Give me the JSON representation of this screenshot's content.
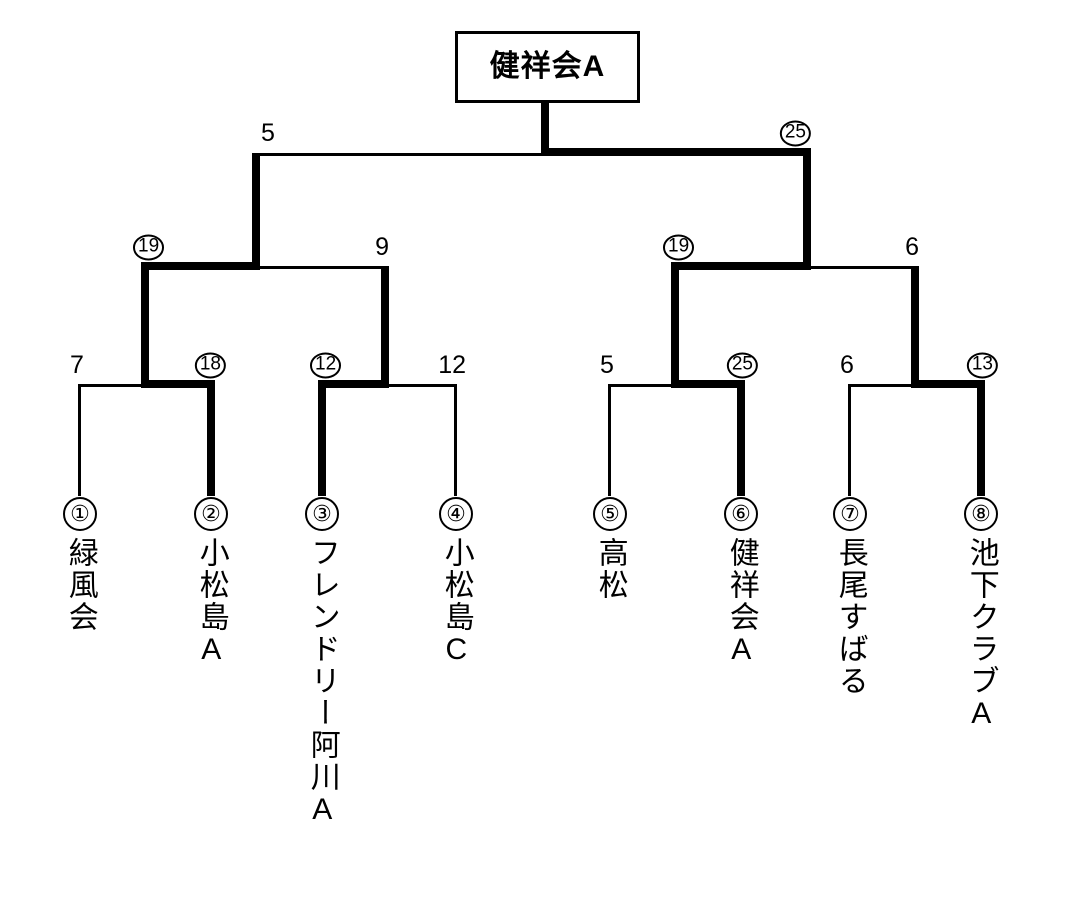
{
  "diagram": {
    "kind": "single-elimination-tournament-bracket",
    "champion_box_label": "健祥会A"
  },
  "teams": [
    {
      "seed": "①",
      "name": "緑風会",
      "advanced": false
    },
    {
      "seed": "②",
      "name": "小松島A",
      "advanced": true
    },
    {
      "seed": "③",
      "name": "フレンドリー阿川A",
      "advanced": true
    },
    {
      "seed": "④",
      "name": "小松島C",
      "advanced": false
    },
    {
      "seed": "⑤",
      "name": "高松",
      "advanced": false
    },
    {
      "seed": "⑥",
      "name": "健祥会A",
      "advanced": true
    },
    {
      "seed": "⑦",
      "name": "長尾すばる",
      "advanced": false
    },
    {
      "seed": "⑧",
      "name": "池下クラブA",
      "advanced": true
    }
  ],
  "rounds": {
    "quarterfinals": [
      {
        "match": "QF1",
        "left_score": "7",
        "right_score": "18",
        "winner_side": "right",
        "winner_circled": true
      },
      {
        "match": "QF2",
        "left_score": "12",
        "right_score": "12",
        "winner_side": "left",
        "winner_circled": true
      },
      {
        "match": "QF3",
        "left_score": "5",
        "right_score": "25",
        "winner_side": "right",
        "winner_circled": true
      },
      {
        "match": "QF4",
        "left_score": "6",
        "right_score": "13",
        "winner_side": "right",
        "winner_circled": true
      }
    ],
    "semifinals": [
      {
        "match": "SF1",
        "left_score": "19",
        "right_score": "9",
        "winner_side": "left",
        "winner_circled": true
      },
      {
        "match": "SF2",
        "left_score": "19",
        "right_score": "6",
        "winner_side": "left",
        "winner_circled": true
      }
    ],
    "final": {
      "match": "F",
      "left_score": "5",
      "right_score": "25",
      "winner_side": "right",
      "winner_circled": true
    }
  },
  "scores": {
    "final_left": "5",
    "final_right": "25",
    "sf_left_left": "19",
    "sf_left_right": "9",
    "sf_right_left": "19",
    "sf_right_right": "6",
    "qf1_left": "7",
    "qf1_right": "18",
    "qf2_left": "12",
    "qf2_right": "12",
    "qf3_left": "5",
    "qf3_right": "25",
    "qf4_left": "6",
    "qf4_right": "13"
  },
  "colors": {
    "line": "#000000",
    "background": "#ffffff",
    "text": "#000000"
  }
}
